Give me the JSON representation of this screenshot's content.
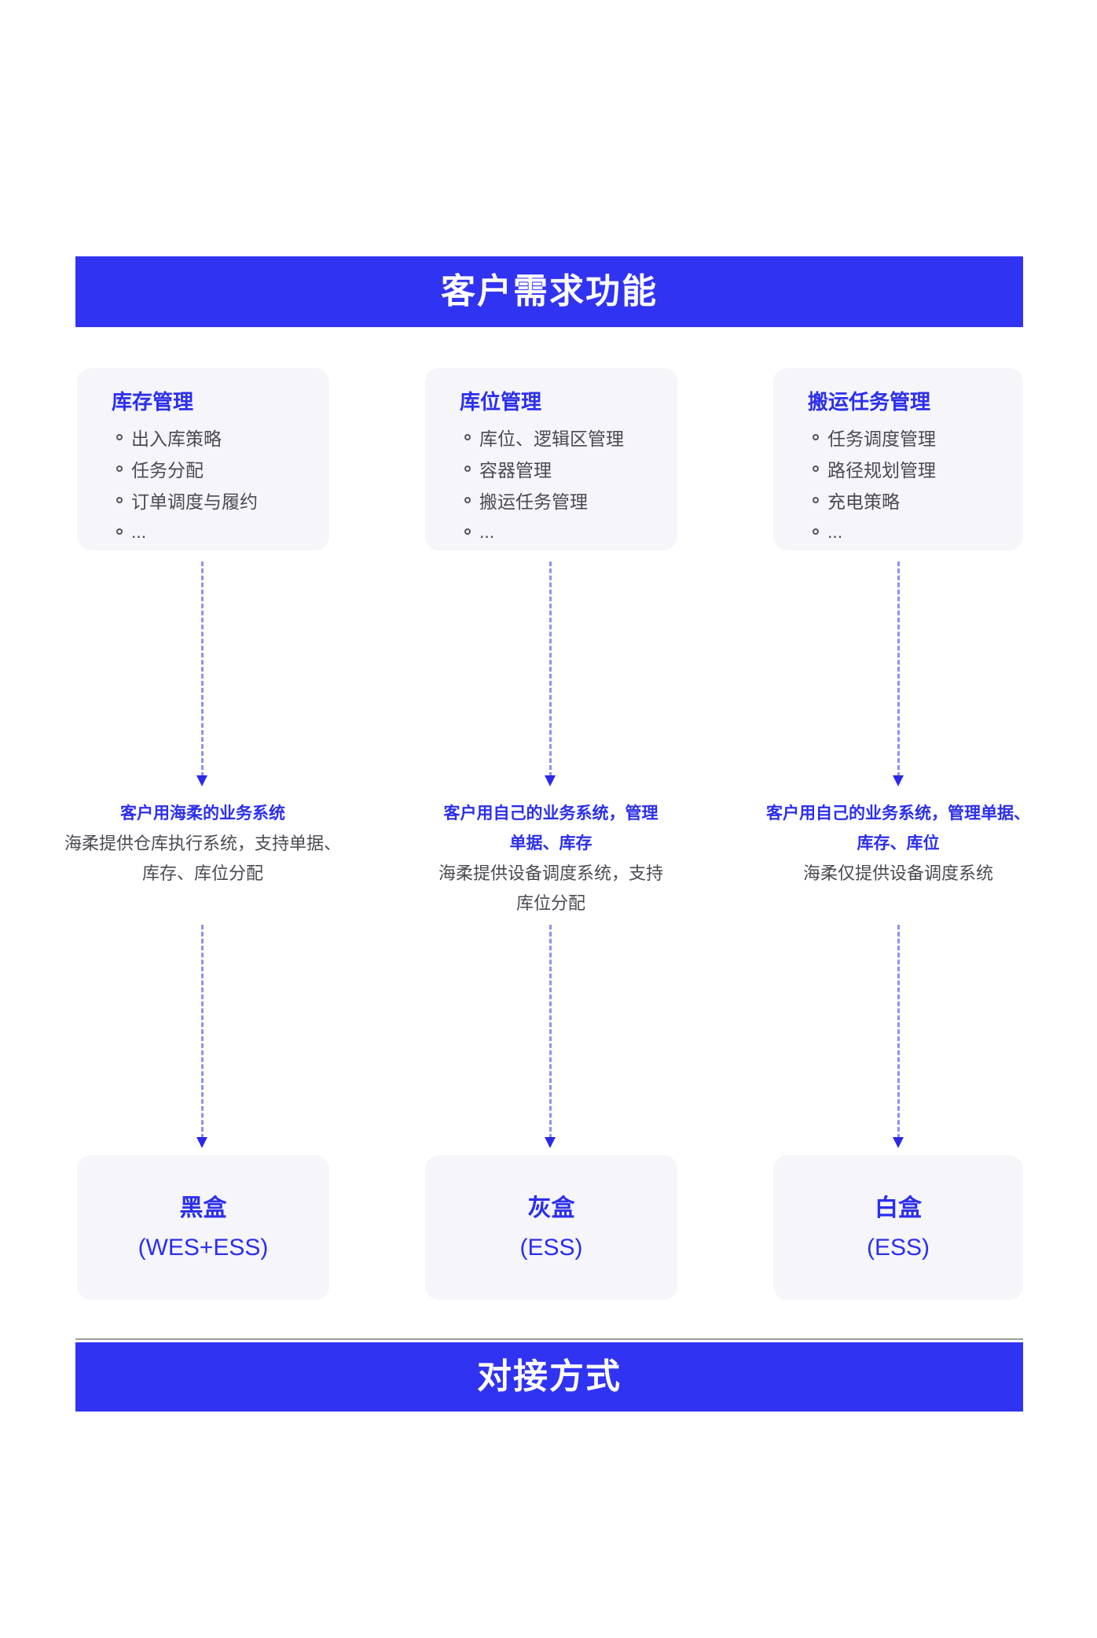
{
  "colors": {
    "bar_blue": "#3133F2",
    "accent_blue": "#2C2FEC",
    "arrow_dash": "#8D91F0",
    "arrow_head": "#2B28E8",
    "card_bg": "#F5F5FA",
    "body_text": "#4A4A52",
    "divider_gray": "#9C9C9C"
  },
  "header": {
    "title": "客户需求功能"
  },
  "footer": {
    "title": "对接方式"
  },
  "columns": [
    {
      "card": {
        "title": "库存管理",
        "items": [
          "出入库策略",
          "任务分配",
          "订单调度与履约",
          "..."
        ]
      },
      "description": {
        "title_lines": [
          "客户用海柔的业务系统"
        ],
        "body_lines": [
          "海柔提供仓库执行系统，支持单据、",
          "库存、库位分配"
        ]
      },
      "box": {
        "name": "黑盒",
        "label": "(WES+ESS)"
      }
    },
    {
      "card": {
        "title": "库位管理",
        "items": [
          "库位、逻辑区管理",
          "容器管理",
          "搬运任务管理",
          "..."
        ]
      },
      "description": {
        "title_lines": [
          "客户用自己的业务系统，管理",
          "单据、库存"
        ],
        "body_lines": [
          "海柔提供设备调度系统，支持",
          "库位分配"
        ]
      },
      "box": {
        "name": "灰盒",
        "label": "(ESS)"
      }
    },
    {
      "card": {
        "title": "搬运任务管理",
        "items": [
          "任务调度管理",
          "路径规划管理",
          "充电策略",
          "..."
        ]
      },
      "description": {
        "title_lines": [
          "客户用自己的业务系统，管理单据、",
          "库存、库位"
        ],
        "body_lines": [
          "海柔仅提供设备调度系统"
        ]
      },
      "box": {
        "name": "白盒",
        "label": "(ESS)"
      }
    }
  ]
}
